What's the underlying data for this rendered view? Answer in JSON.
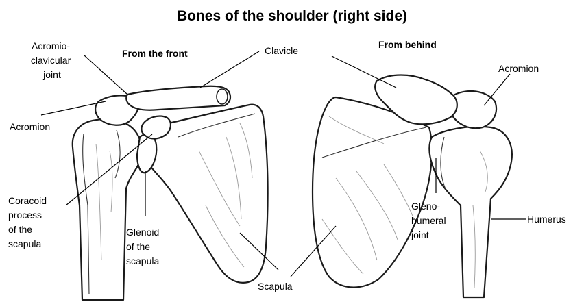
{
  "title": "Bones of the shoulder (right side)",
  "views": {
    "front": "From the front",
    "behind": "From behind"
  },
  "labels": {
    "acromioclavicular": [
      "Acromio-",
      "clavicular",
      "joint"
    ],
    "acromion_front": "Acromion",
    "clavicle": "Clavicle",
    "acromion_back": "Acromion",
    "coracoid": [
      "Coracoid",
      "process",
      "of the",
      "scapula"
    ],
    "glenoid": [
      "Glenoid",
      "of the",
      "scapula"
    ],
    "scapula": "Scapula",
    "glenohumeral": [
      "Gleno-",
      "humeral",
      "joint"
    ],
    "humerus": "Humerus"
  },
  "colors": {
    "ink": "#1a1a1a",
    "background": "#ffffff"
  }
}
